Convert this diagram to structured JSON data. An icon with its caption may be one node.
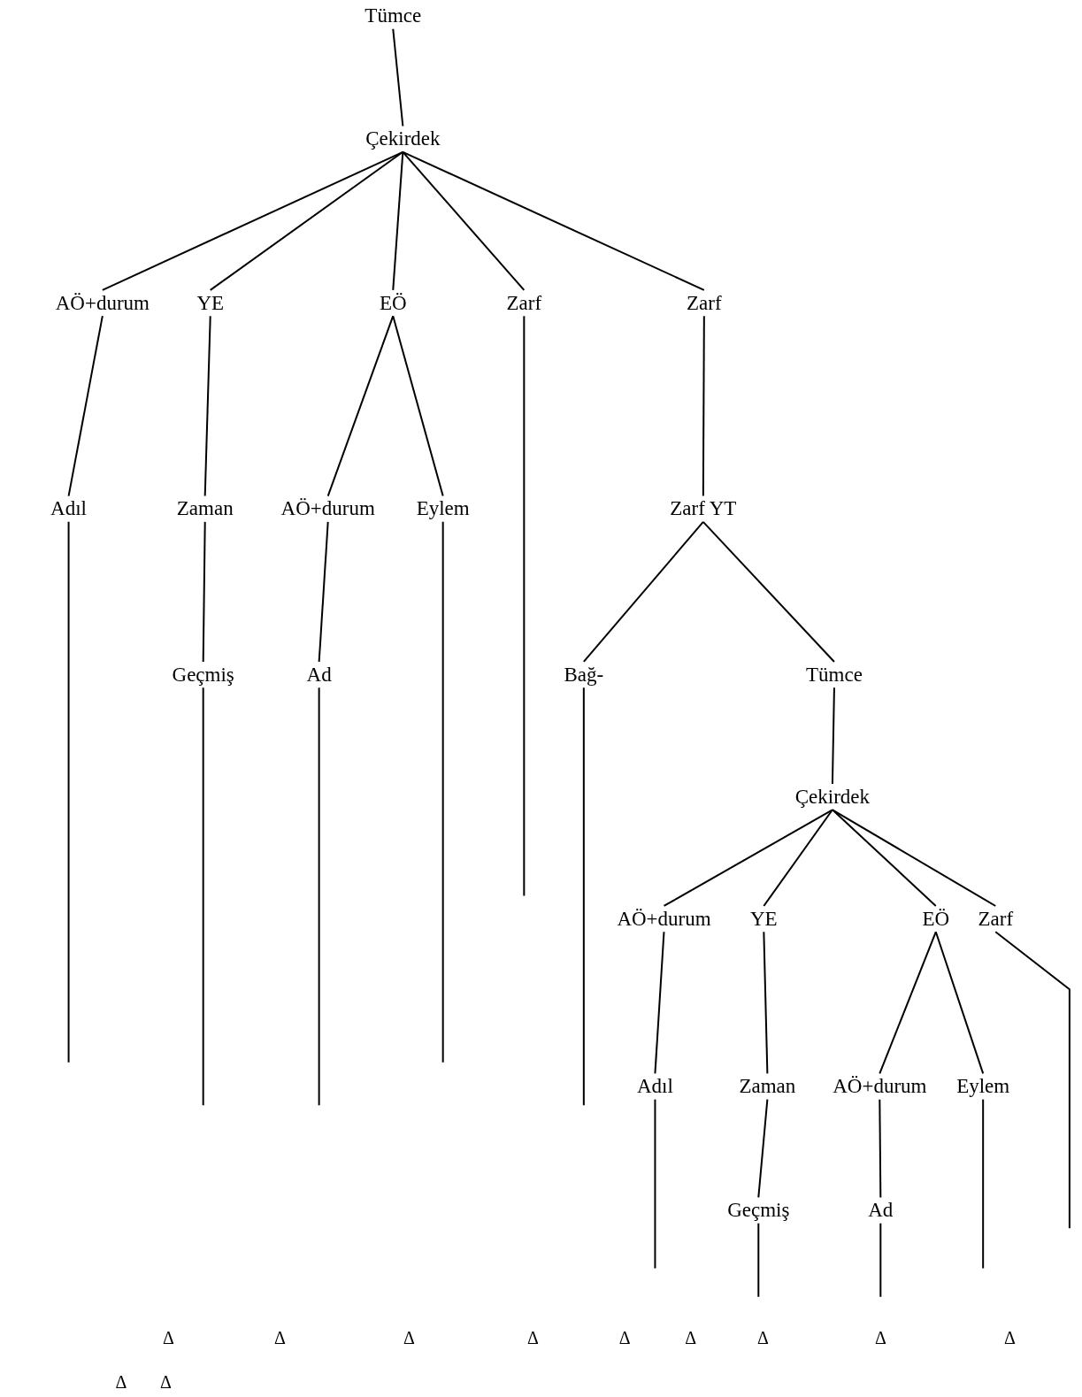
{
  "diagram": {
    "nodes": [
      {
        "text": [
          "Tümce"
        ]
      },
      {
        "text": [
          "Çekirdek"
        ]
      },
      {
        "text": [
          "AÖ+durum"
        ]
      },
      {
        "text": [
          "YE"
        ]
      },
      {
        "text": [
          "EÖ"
        ]
      },
      {
        "text": [
          "Zarf"
        ]
      },
      {
        "text": [
          "Zarf"
        ]
      },
      {
        "text": [
          "Adıl"
        ]
      },
      {
        "text": [
          "Zaman"
        ]
      },
      {
        "text": [
          "AÖ+durum"
        ]
      },
      {
        "text": [
          "Eylem"
        ]
      },
      {
        "text": [
          "Zarf YT"
        ]
      },
      {
        "text": [
          "Geçmiş"
        ]
      },
      {
        "text": [
          "Ad"
        ]
      },
      {
        "text": [
          "Bağ-"
        ]
      },
      {
        "text": [
          "Tümce"
        ]
      },
      {
        "text": [
          "Çekirdek"
        ]
      },
      {
        "text": [
          "AÖ+durum"
        ]
      },
      {
        "text": [
          "YE"
        ]
      },
      {
        "text": [
          "EÖ"
        ]
      },
      {
        "text": [
          "Zarf"
        ]
      },
      {
        "text": [
          "Adıl"
        ]
      },
      {
        "text": [
          "Zaman"
        ]
      },
      {
        "text": [
          "AÖ+durum"
        ]
      },
      {
        "text": [
          "Eylem"
        ]
      },
      {
        "text": [
          "Geçmiş"
        ]
      },
      {
        "text": [
          "Ad"
        ]
      }
    ],
    "edges": [
      {
        "from": 0,
        "to": 1,
        "arrow": "none"
      },
      {
        "from": 1,
        "to": 2,
        "arrow": "none"
      },
      {
        "from": 1,
        "to": 3,
        "arrow": "none"
      },
      {
        "from": 1,
        "to": 4,
        "arrow": "none"
      },
      {
        "from": 1,
        "to": 5,
        "arrow": "none"
      },
      {
        "from": 1,
        "to": 6,
        "arrow": "none"
      },
      {
        "from": 2,
        "to": 7,
        "arrow": "none"
      },
      {
        "from": 3,
        "to": 8,
        "arrow": "none"
      },
      {
        "from": 4,
        "to": 9,
        "arrow": "none"
      },
      {
        "from": 4,
        "to": 10,
        "arrow": "none"
      },
      {
        "from": 5,
        "to": null,
        "arrow": "none"
      },
      {
        "from": 6,
        "to": 11,
        "arrow": "none"
      },
      {
        "from": 7,
        "to": null,
        "arrow": "none"
      },
      {
        "from": 8,
        "to": 12,
        "arrow": "none"
      },
      {
        "from": 9,
        "to": 13,
        "arrow": "none"
      },
      {
        "from": 10,
        "to": null,
        "arrow": "none"
      },
      {
        "from": 12,
        "to": null,
        "arrow": "none"
      },
      {
        "from": 13,
        "to": null,
        "arrow": "none"
      },
      {
        "from": 11,
        "to": 14,
        "arrow": "none"
      },
      {
        "from": 11,
        "to": 15,
        "arrow": "none"
      },
      {
        "from": 14,
        "to": null,
        "arrow": "none"
      },
      {
        "from": 15,
        "to": 16,
        "arrow": "none"
      },
      {
        "from": 16,
        "to": 17,
        "arrow": "none"
      },
      {
        "from": 16,
        "to": 18,
        "arrow": "none"
      },
      {
        "from": 16,
        "to": 19,
        "arrow": "none"
      },
      {
        "from": 16,
        "to": 20,
        "arrow": "none"
      },
      {
        "from": 17,
        "to": 21,
        "arrow": "none"
      },
      {
        "from": 18,
        "to": 22,
        "arrow": "none"
      },
      {
        "from": 19,
        "to": 23,
        "arrow": "none"
      },
      {
        "from": 19,
        "to": 24,
        "arrow": "none"
      },
      {
        "from": 20,
        "to": null,
        "arrow": "none"
      },
      {
        "from": 21,
        "to": null,
        "arrow": "none"
      },
      {
        "from": 22,
        "to": 25,
        "arrow": "none"
      },
      {
        "from": 23,
        "to": 26,
        "arrow": "none"
      },
      {
        "from": 24,
        "to": null,
        "arrow": "none"
      },
      {
        "from": 25,
        "to": null,
        "arrow": "none"
      },
      {
        "from": 26,
        "to": null,
        "arrow": "none"
      }
    ],
    "labels": [
      "Δ",
      "Δ",
      "Δ",
      "Δ",
      "Δ",
      "Δ",
      "Δ",
      "Δ",
      "Δ",
      "Δ",
      "Δ"
    ]
  }
}
